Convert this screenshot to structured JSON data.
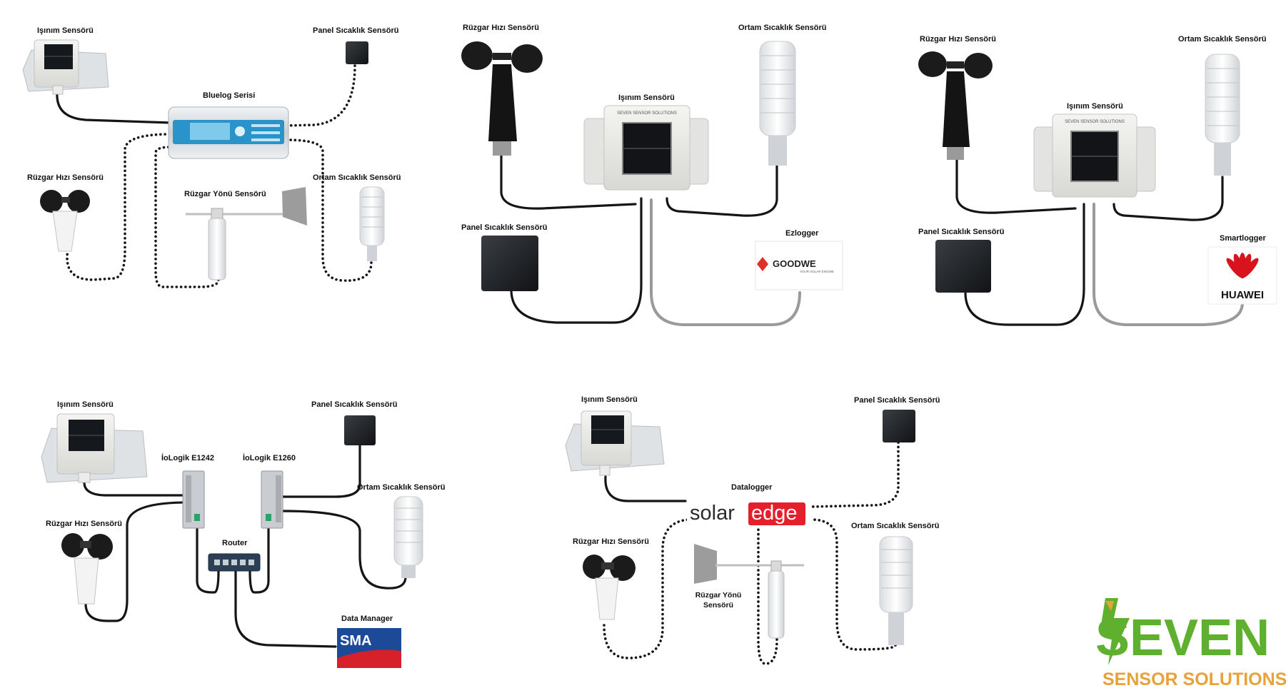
{
  "colors": {
    "seven_green": "#5fb02e",
    "seven_orange": "#e8a23a",
    "solaredge_red": "#e3202b",
    "huawei_red": "#d7141e",
    "sma_blue": "#1c4a99",
    "sma_red": "#d6202a",
    "goodwe_red": "#e0302a",
    "datalogger_blue": "#2a93c9"
  },
  "diagram1": {
    "irradiance": "Işınım Sensörü",
    "panel_temp": "Panel Sıcaklık Sensörü",
    "logger": "Bluelog Serisi",
    "wind_speed": "Rüzgar Hızı Sensörü",
    "wind_dir": "Rüzgar Yönü Sensörü",
    "ambient_temp": "Ortam Sıcaklık Sensörü"
  },
  "diagram2": {
    "wind_speed": "Rüzgar Hızı Sensörü",
    "ambient_temp": "Ortam Sıcaklık Sensörü",
    "irradiance": "Işınım Sensörü",
    "panel_temp": "Panel Sıcaklık Sensörü",
    "logger": "Ezlogger",
    "logger_brand": "GOODWE",
    "logger_tagline": "YOUR SOLAR ENGINE",
    "device_brand": "SEVEN SENSOR SOLUTIONS"
  },
  "diagram3": {
    "wind_speed": "Rüzgar Hızı Sensörü",
    "ambient_temp": "Ortam Sıcaklık Sensörü",
    "irradiance": "Işınım Sensörü",
    "panel_temp": "Panel Sıcaklık Sensörü",
    "logger": "Smartlogger",
    "logger_brand": "HUAWEI",
    "device_brand": "SEVEN SENSOR SOLUTIONS"
  },
  "diagram4": {
    "irradiance": "Işınım Sensörü",
    "panel_temp": "Panel Sıcaklık Sensörü",
    "io1": "İoLogik E1242",
    "io2": "İoLogik E1260",
    "ambient_temp": "Ortam Sıcaklık Sensörü",
    "wind_speed": "Rüzgar Hızı Sensörü",
    "router": "Router",
    "logger": "Data Manager",
    "logger_brand": "SMA"
  },
  "diagram5": {
    "irradiance": "Işınım Sensörü",
    "panel_temp": "Panel Sıcaklık Sensörü",
    "logger": "Datalogger",
    "logger_brand_a": "solar",
    "logger_brand_b": "edge",
    "wind_speed": "Rüzgar Hızı Sensörü",
    "wind_dir_line1": "Rüzgar Yönü",
    "wind_dir_line2": "Sensörü",
    "ambient_temp": "Ortam Sıcaklık Sensörü"
  },
  "brand": {
    "name": "EVEN",
    "initial": "S",
    "tagline": "SENSOR SOLUTIONS"
  }
}
